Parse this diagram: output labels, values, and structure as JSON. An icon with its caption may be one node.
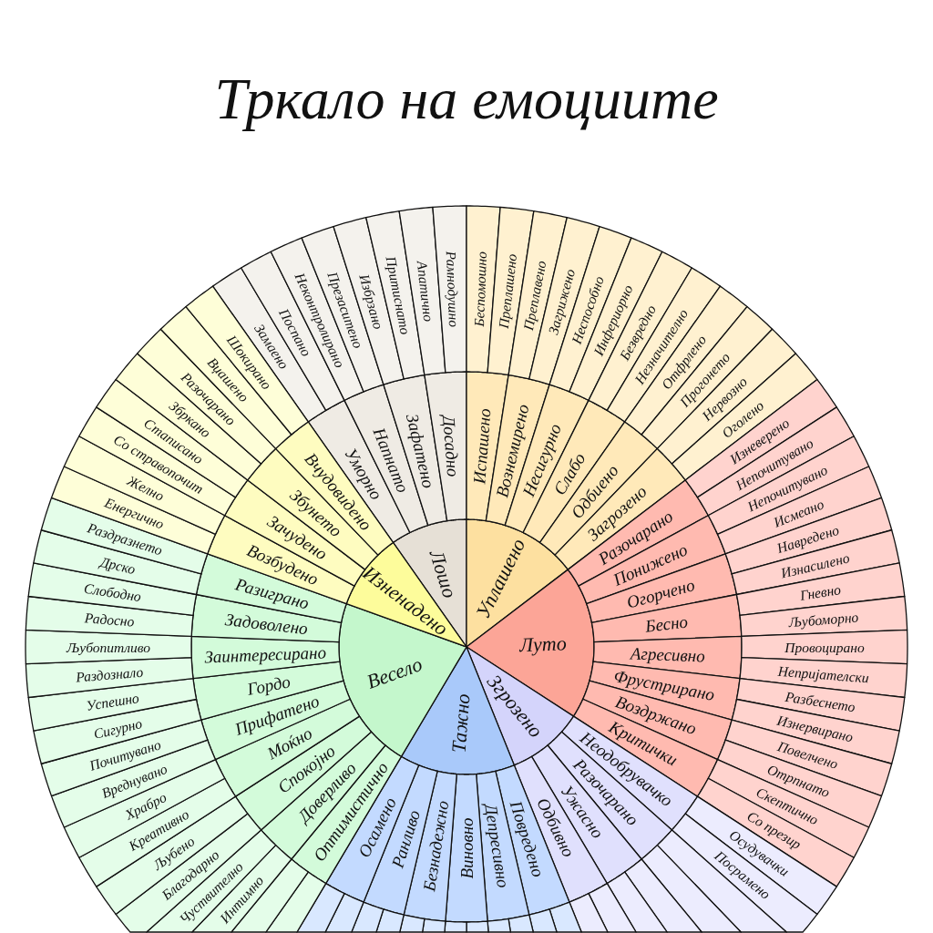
{
  "diagram": {
    "title": "Тркало на емоциите",
    "nodes": [
      {
        "text": [
          "Лошо"
        ]
      },
      {
        "text": [
          "Уплашено"
        ]
      },
      {
        "text": [
          "Луто"
        ]
      },
      {
        "text": [
          "Згрозено"
        ]
      },
      {
        "text": [
          "Тажно"
        ]
      },
      {
        "text": [
          "Весело"
        ]
      },
      {
        "text": [
          "Изненадено"
        ]
      },
      {
        "text": [
          "Уморно"
        ]
      },
      {
        "text": [
          "Напнато"
        ]
      },
      {
        "text": [
          "Зафатено"
        ]
      },
      {
        "text": [
          "Досадно"
        ]
      },
      {
        "text": [
          "Испашено"
        ]
      },
      {
        "text": [
          "Вознемирено"
        ]
      },
      {
        "text": [
          "Несигурно"
        ]
      },
      {
        "text": [
          "Слабо"
        ]
      },
      {
        "text": [
          "Одбиено"
        ]
      },
      {
        "text": [
          "Загрозено"
        ]
      },
      {
        "text": [
          "Разочарано"
        ]
      },
      {
        "text": [
          "Понижено"
        ]
      },
      {
        "text": [
          "Огорчено"
        ]
      },
      {
        "text": [
          "Бесно"
        ]
      },
      {
        "text": [
          "Агресивно"
        ]
      },
      {
        "text": [
          "Фрустрирано"
        ]
      },
      {
        "text": [
          "Воздржано"
        ]
      },
      {
        "text": [
          "Критички"
        ]
      },
      {
        "text": [
          "Неодобрувачко"
        ]
      },
      {
        "text": [
          "Разочарано"
        ]
      },
      {
        "text": [
          "Ужасно"
        ]
      },
      {
        "text": [
          "Одбивно"
        ]
      },
      {
        "text": [
          "Повредено"
        ]
      },
      {
        "text": [
          "Депресивно"
        ]
      },
      {
        "text": [
          "Виновно"
        ]
      },
      {
        "text": [
          "Безнадежно"
        ]
      },
      {
        "text": [
          "Ранливо"
        ]
      },
      {
        "text": [
          "Осамено"
        ]
      },
      {
        "text": [
          "Оптимистично"
        ]
      },
      {
        "text": [
          "Доверливо"
        ]
      },
      {
        "text": [
          "Спокојно"
        ]
      },
      {
        "text": [
          "Моќно"
        ]
      },
      {
        "text": [
          "Прифатено"
        ]
      },
      {
        "text": [
          "Гордо"
        ]
      },
      {
        "text": [
          "Заинтересирано"
        ]
      },
      {
        "text": [
          "Задоволено"
        ]
      },
      {
        "text": [
          "Разиграно"
        ]
      },
      {
        "text": [
          "Возбудено"
        ]
      },
      {
        "text": [
          "Зачудено"
        ]
      },
      {
        "text": [
          "Збунето"
        ]
      },
      {
        "text": [
          "Вчудовидено"
        ]
      },
      {
        "text": [
          "Замаено"
        ]
      },
      {
        "text": [
          "Поспано"
        ]
      },
      {
        "text": [
          "Неконтролирано"
        ]
      },
      {
        "text": [
          "Презаситено"
        ]
      },
      {
        "text": [
          "Избрзано"
        ]
      },
      {
        "text": [
          "Притиснато"
        ]
      },
      {
        "text": [
          "Апатично"
        ]
      },
      {
        "text": [
          "Рамнодушно"
        ]
      },
      {
        "text": [
          "Беспомошно"
        ]
      },
      {
        "text": [
          "Преплашено"
        ]
      },
      {
        "text": [
          "Преплавено"
        ]
      },
      {
        "text": [
          "Загрижено"
        ]
      },
      {
        "text": [
          "Неспособно"
        ]
      },
      {
        "text": [
          "Инфериорно"
        ]
      },
      {
        "text": [
          "Безвредно"
        ]
      },
      {
        "text": [
          "Незначително"
        ]
      },
      {
        "text": [
          "Отфрлено"
        ]
      },
      {
        "text": [
          "Прогонето"
        ]
      },
      {
        "text": [
          "Нервозно"
        ]
      },
      {
        "text": [
          "Оголено"
        ]
      },
      {
        "text": [
          "Изневерено"
        ]
      },
      {
        "text": [
          "Непочитувано"
        ]
      },
      {
        "text": [
          "Непочитувано"
        ]
      },
      {
        "text": [
          "Исмеано"
        ]
      },
      {
        "text": [
          "Навредено"
        ]
      },
      {
        "text": [
          "Изнасилено"
        ]
      },
      {
        "text": [
          "Гневно"
        ]
      },
      {
        "text": [
          "Љубоморно"
        ]
      },
      {
        "text": [
          "Провоцирано"
        ]
      },
      {
        "text": [
          "Непријателски"
        ]
      },
      {
        "text": [
          "Разбеснето"
        ]
      },
      {
        "text": [
          "Изнервирано"
        ]
      },
      {
        "text": [
          "Повелчено"
        ]
      },
      {
        "text": [
          "Отрпнато"
        ]
      },
      {
        "text": [
          "Скептично"
        ]
      },
      {
        "text": [
          "Со презир"
        ]
      },
      {
        "text": [
          "Осудувачки"
        ]
      },
      {
        "text": [
          "Посрамено"
        ]
      },
      {
        "text": [],
        "shape": "sector"
      },
      {
        "text": [],
        "shape": "sector"
      },
      {
        "text": [],
        "shape": "sector"
      },
      {
        "text": [],
        "shape": "sector"
      },
      {
        "text": [],
        "shape": "sector"
      },
      {
        "text": [],
        "shape": "sector"
      },
      {
        "text": [],
        "shape": "sector"
      },
      {
        "text": [],
        "shape": "sector"
      },
      {
        "text": [],
        "shape": "sector"
      },
      {
        "text": [],
        "shape": "sector"
      },
      {
        "text": [],
        "shape": "sector"
      },
      {
        "text": [],
        "shape": "sector"
      },
      {
        "text": [],
        "shape": "sector"
      },
      {
        "text": [],
        "shape": "sector"
      },
      {
        "text": [],
        "shape": "sector"
      },
      {
        "text": [],
        "shape": "sector"
      },
      {
        "text": [],
        "shape": "sector"
      },
      {
        "text": [],
        "shape": "sector"
      },
      {
        "text": [],
        "shape": "sector"
      },
      {
        "text": [],
        "shape": "sector"
      },
      {
        "text": [
          "Интимно"
        ]
      },
      {
        "text": [
          "Чуствително"
        ]
      },
      {
        "text": [
          "Благодарно"
        ]
      },
      {
        "text": [
          "Љубено"
        ]
      },
      {
        "text": [
          "Креативно"
        ]
      },
      {
        "text": [
          "Храбро"
        ]
      },
      {
        "text": [
          "Вреднувано"
        ]
      },
      {
        "text": [
          "Почитувано"
        ]
      },
      {
        "text": [
          "Сигурно"
        ]
      },
      {
        "text": [
          "Успешно"
        ]
      },
      {
        "text": [
          "Раздознало"
        ]
      },
      {
        "text": [
          "Љубопитливо"
        ]
      },
      {
        "text": [
          "Радосно"
        ]
      },
      {
        "text": [
          "Слободно"
        ]
      },
      {
        "text": [
          "Дрско"
        ]
      },
      {
        "text": [
          "Раздразнето"
        ]
      },
      {
        "text": [
          "Енергично"
        ]
      },
      {
        "text": [
          "Желно"
        ]
      },
      {
        "text": [
          "Со стравопочит"
        ]
      },
      {
        "text": [
          "Стаписано"
        ]
      },
      {
        "text": [
          "Збркано"
        ]
      },
      {
        "text": [
          "Разочарано"
        ]
      },
      {
        "text": [
          "Вџашено"
        ]
      },
      {
        "text": [
          "Шокирано"
        ]
      }
    ]
  }
}
